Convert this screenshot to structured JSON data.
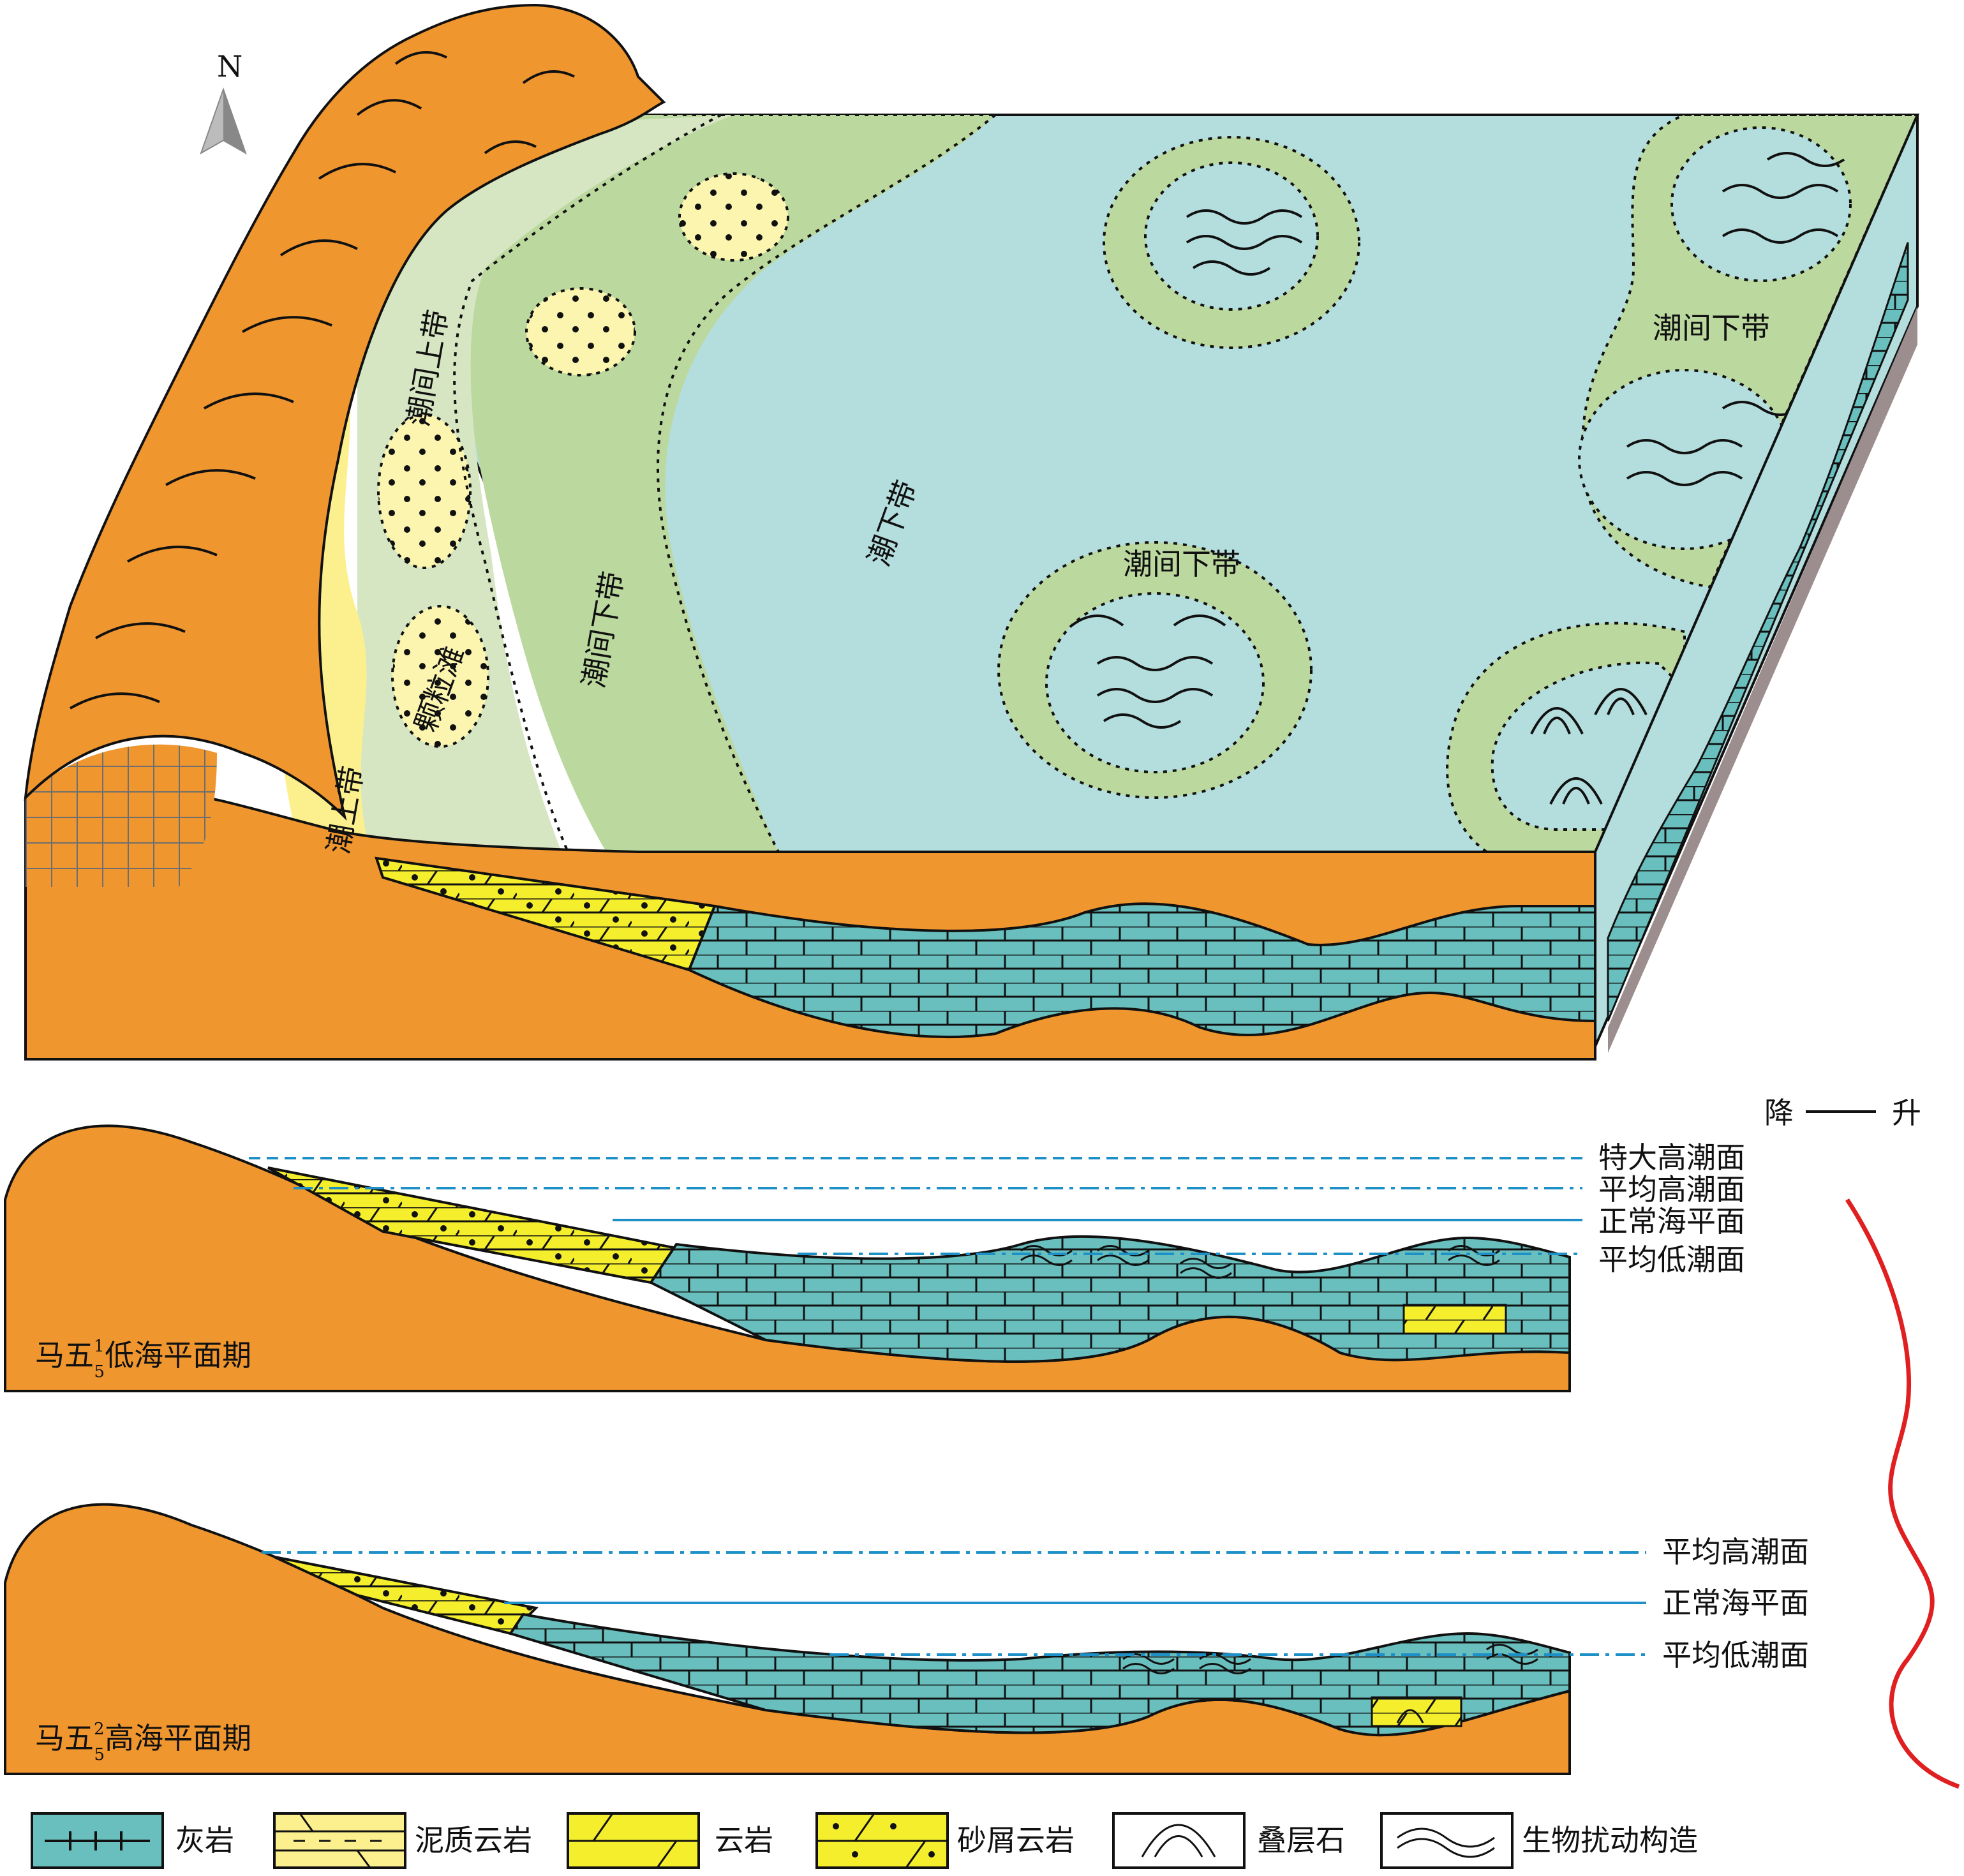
{
  "north_label": "N",
  "block_zones": {
    "chao_shang_dai_1": "潮上带",
    "chao_jian_shang_dai": "潮间上带",
    "ke_li_tan": "颗粒滩",
    "chao_jian_xia_dai_left": "潮间下带",
    "chao_xia_dai": "潮下带",
    "chao_jian_xia_dai_center": "潮间下带",
    "chao_jian_xia_dai_right": "潮间下带"
  },
  "sections": [
    {
      "period_prefix": "马五",
      "superscript": "1",
      "subscript": "5",
      "period_suffix": "低海平面期",
      "levels": [
        "特大高潮面",
        "平均高潮面",
        "正常海平面",
        "平均低潮面"
      ]
    },
    {
      "period_prefix": "马五",
      "superscript": "2",
      "subscript": "5",
      "period_suffix": "高海平面期",
      "levels": [
        "平均高潮面",
        "正常海平面",
        "平均低潮面"
      ]
    }
  ],
  "sea_level_axis": {
    "fall": "降",
    "rise": "升"
  },
  "legend": [
    {
      "name": "limestone",
      "label": "灰岩"
    },
    {
      "name": "argillaceous-dolomite",
      "label": "泥质云岩"
    },
    {
      "name": "dolomite",
      "label": "云岩"
    },
    {
      "name": "sandy-dolomite",
      "label": "砂屑云岩"
    },
    {
      "name": "stromatolite",
      "label": "叠层石"
    },
    {
      "name": "bioturbation",
      "label": "生物扰动构造"
    }
  ],
  "colors": {
    "basement": "#F0962F",
    "mountain": "#F0962F",
    "supratidal": "#FCF08E",
    "upper_intertidal": "#D6E6C2",
    "lower_intertidal": "#BBD89E",
    "subtidal": "#B4DDDD",
    "limestone": "#69BEBE",
    "dolomite": "#F4EE2D",
    "sandy_dolomite": "#F4EE2D",
    "argillaceous_dolomite": "#FCF08E",
    "grain_shoal": "#FBF5B0",
    "sea_level_line": "#1E90C8",
    "curve": "#E02020",
    "side_grey": "#9C8E8E"
  }
}
